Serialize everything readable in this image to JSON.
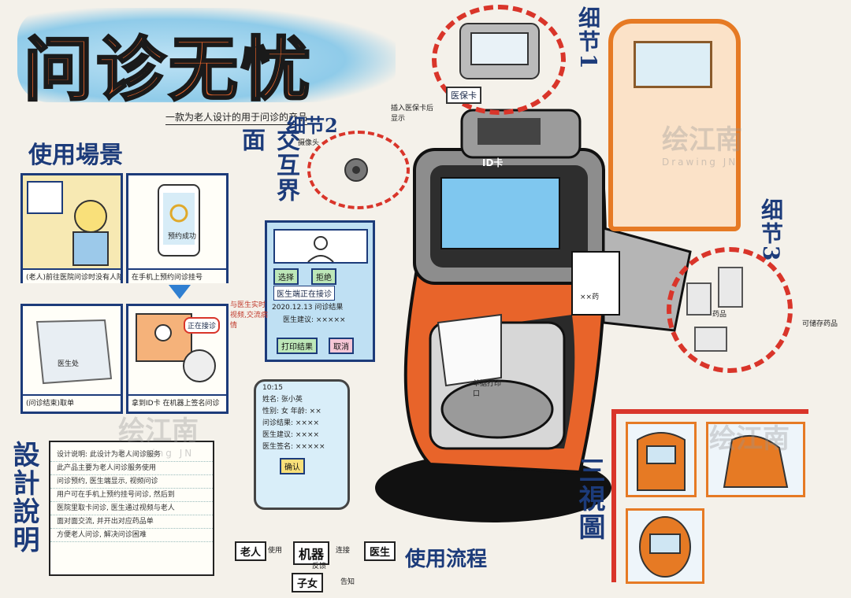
{
  "title": "问诊无忧",
  "subtitle": "一款为老人设计的用于问诊的产品",
  "sections": {
    "usage_scene": "使用場景",
    "interface": "交互界面",
    "detail_1": "细节1",
    "detail_2": "细节2",
    "detail_3": "细节3",
    "three_views": "三視圖",
    "design_note": "設計說明",
    "usage_flow": "使用流程"
  },
  "scenes": [
    {
      "caption": "(老人)前往医院问诊时没有人陪伴"
    },
    {
      "caption": "在手机上预约问诊挂号"
    },
    {
      "caption": "(问诊结束)取单"
    },
    {
      "caption": "拿到ID卡 在机器上签名问诊"
    }
  ],
  "scene_bubble": "正在接诊",
  "scene_phone_text": "预约成功",
  "scene_bag_text": "医生处",
  "interface_ui": {
    "buttons_top": [
      "选择",
      "拒绝"
    ],
    "doctor_bar": "医生端正在接诊",
    "record_date": "2020.12.13 问诊结果",
    "record_line": "医生建议: ×××××",
    "print_button": "打印结果",
    "cancel_button": "取消",
    "side_note": "与医生实时视频,交流病情"
  },
  "phone_result": {
    "status": "10:15",
    "lines": [
      "姓名: 张小英",
      "性别: 女 年龄: ××",
      "问诊结果: ××××",
      "医生建议: ××××",
      "医生签名: ×××××"
    ],
    "confirm": "确认"
  },
  "machine": {
    "id_slot": "ID卡",
    "medicine_label": "××药",
    "insurance_card": "医保卡",
    "detail1_note": "插入医保卡后显示",
    "camera_note": "摄像头",
    "detail3_note": "药品",
    "detail3_side": "可储存药品",
    "slot_note": "单据打印口"
  },
  "design_note_lines": [
    "设计说明: 此设计为老人问诊服务",
    "此产品主要为老人问诊服务使用",
    "问诊预约, 医生端显示, 视频问诊",
    "用户可在手机上预约挂号问诊, 然后到",
    "医院里取卡问诊, 医生通过视频与老人",
    "面对面交流, 并开出对应药品单",
    "方便老人问诊, 解决问诊困难"
  ],
  "flow": {
    "elderly": "老人",
    "machine": "机器",
    "doctor": "医生",
    "children": "子女",
    "edge_use": "使用",
    "edge_connect": "连接",
    "edge_feedback": "反馈",
    "edge_notify": "告知"
  },
  "watermarks": {
    "brand": "绘江南",
    "brand_sub": "Drawing JN"
  },
  "colors": {
    "accent_orange": "#e8642a",
    "navy": "#1c3b7a",
    "light_blue": "#bfe0f3",
    "red_dash": "#d9352a"
  }
}
